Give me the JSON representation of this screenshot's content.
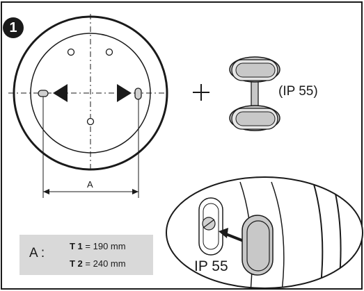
{
  "step": {
    "number": "1"
  },
  "dimension": {
    "label": "A"
  },
  "seal": {
    "label": "(IP 55)"
  },
  "detail": {
    "label": "IP 55"
  },
  "specs": {
    "prefix": "A :",
    "rows": [
      {
        "key": "T 1",
        "value": "= 190 mm"
      },
      {
        "key": "T 2",
        "value": "= 240 mm"
      }
    ]
  },
  "colors": {
    "line": "#1a1a1a",
    "grey_fill": "#d9d9d9",
    "seal_fill": "#c8c8c8"
  }
}
